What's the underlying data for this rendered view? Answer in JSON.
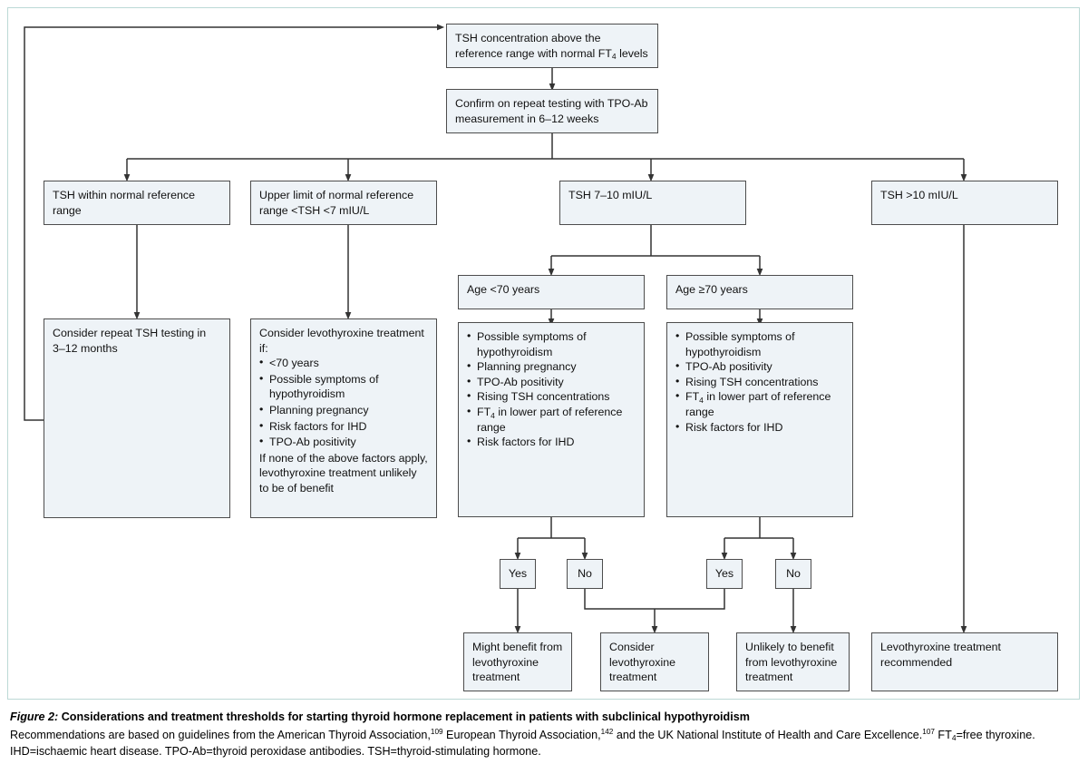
{
  "figure": {
    "label": "Figure 2:",
    "title": "Considerations and treatment thresholds for starting thyroid hormone replacement in patients with subclinical hypothyroidism",
    "caption_part1": "Recommendations are based on guidelines from the American Thyroid Association,",
    "ref1": "109",
    "caption_part2": " European Thyroid Association,",
    "ref2": "142",
    "caption_part3": " and the UK National Institute of Health and Care Excellence.",
    "ref3": "107",
    "caption_part4": " FT",
    "caption_sub4": "4",
    "caption_part5": "=free thyroxine. IHD=ischaemic heart disease. TPO-Ab=thyroid peroxidase antibodies. TSH=thyroid-stimulating hormone."
  },
  "colors": {
    "node_fill": "#eef3f7",
    "node_border": "#4d4d4d",
    "connector": "#333333",
    "page_frame": "#bcd9d6"
  },
  "nodes": {
    "start": {
      "line1": "TSH concentration above the reference",
      "line2_pre": "range with normal FT",
      "line2_sub": "4",
      "line2_post": " levels"
    },
    "confirm": {
      "line1": "Confirm on repeat testing with TPO-Ab",
      "line2": "measurement in 6–12 weeks"
    },
    "branch_normal": {
      "text": "TSH within normal reference range"
    },
    "branch_upper": {
      "text": "Upper limit of normal reference range <TSH <7 mIU/L"
    },
    "branch_7_10": {
      "text": "TSH 7–10 mIU/L"
    },
    "branch_over10": {
      "text": "TSH >10 mIU/L"
    },
    "age_under70": {
      "text": "Age <70 years"
    },
    "age_over70": {
      "text": "Age ≥70 years"
    },
    "repeat_tsh": {
      "text": "Consider repeat TSH testing in 3–12 months"
    },
    "consider_levo": {
      "intro": "Consider levothyroxine treatment if:",
      "bullets": [
        "<70 years",
        "Possible symptoms of hypothyroidism",
        "Planning pregnancy",
        "Risk factors for IHD",
        "TPO-Ab positivity"
      ],
      "outro": "If none of the above factors apply, levothyroxine treatment unlikely to be of benefit"
    },
    "criteria_under70": {
      "bullets": [
        {
          "text": "Possible symptoms of hypothyroidism"
        },
        {
          "text": "Planning pregnancy"
        },
        {
          "text": "TPO-Ab positivity"
        },
        {
          "text": "Rising TSH concentrations"
        },
        {
          "pre": "FT",
          "sub": "4",
          "post": " in lower part of reference range"
        },
        {
          "text": "Risk factors for IHD"
        }
      ]
    },
    "criteria_over70": {
      "bullets": [
        {
          "text": "Possible symptoms of hypothyroidism"
        },
        {
          "text": "TPO-Ab positivity"
        },
        {
          "text": "Rising TSH concentrations"
        },
        {
          "pre": "FT",
          "sub": "4",
          "post": " in lower part of reference range"
        },
        {
          "text": "Risk factors for IHD"
        }
      ]
    },
    "yes_left": {
      "text": "Yes"
    },
    "no_left": {
      "text": "No"
    },
    "yes_right": {
      "text": "Yes"
    },
    "no_right": {
      "text": "No"
    },
    "outcome_might": {
      "text": "Might benefit from levothyroxine treatment"
    },
    "outcome_consider": {
      "text": "Consider levothyroxine treatment"
    },
    "outcome_unlikely": {
      "text": "Unlikely to benefit from levothyroxine treatment"
    },
    "outcome_recommended": {
      "text": "Levothyroxine treatment recommended"
    }
  }
}
